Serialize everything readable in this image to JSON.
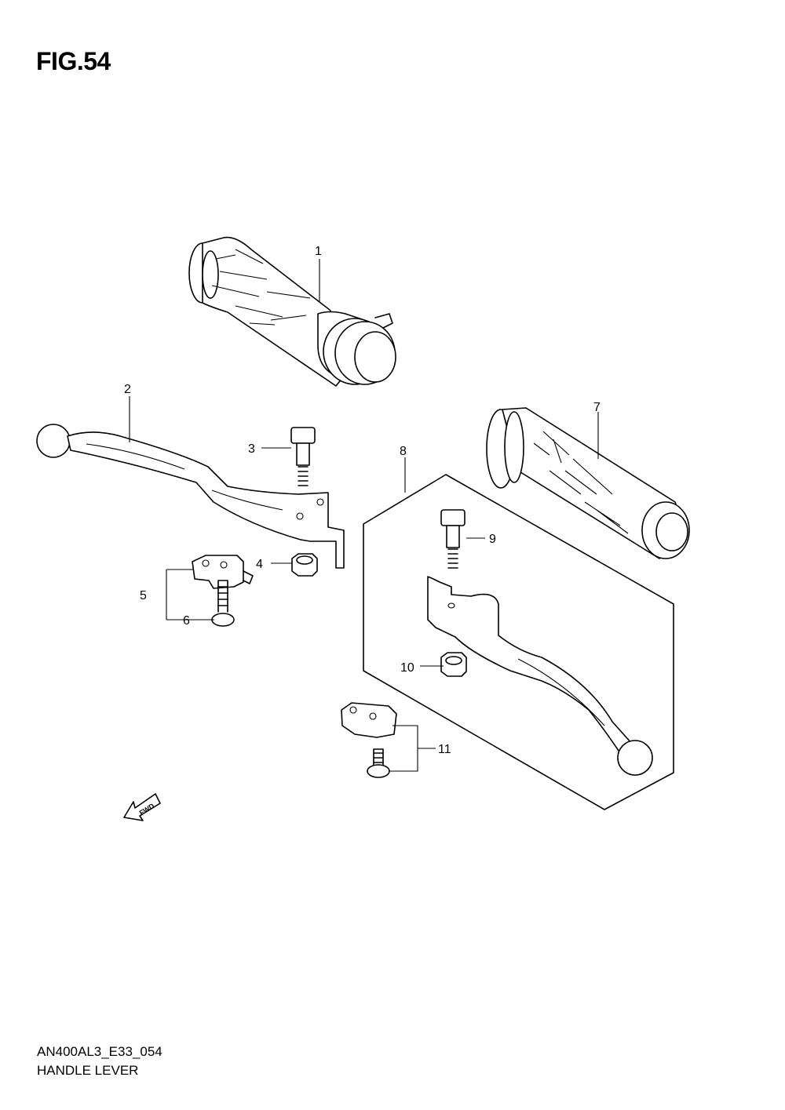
{
  "figure": {
    "title": "FIG.54",
    "code": "AN400AL3_E33_054",
    "name": "HANDLE LEVER"
  },
  "callouts": [
    "1",
    "2",
    "3",
    "4",
    "5",
    "6",
    "7",
    "8",
    "9",
    "10",
    "11"
  ],
  "fwd_label": "FWD"
}
